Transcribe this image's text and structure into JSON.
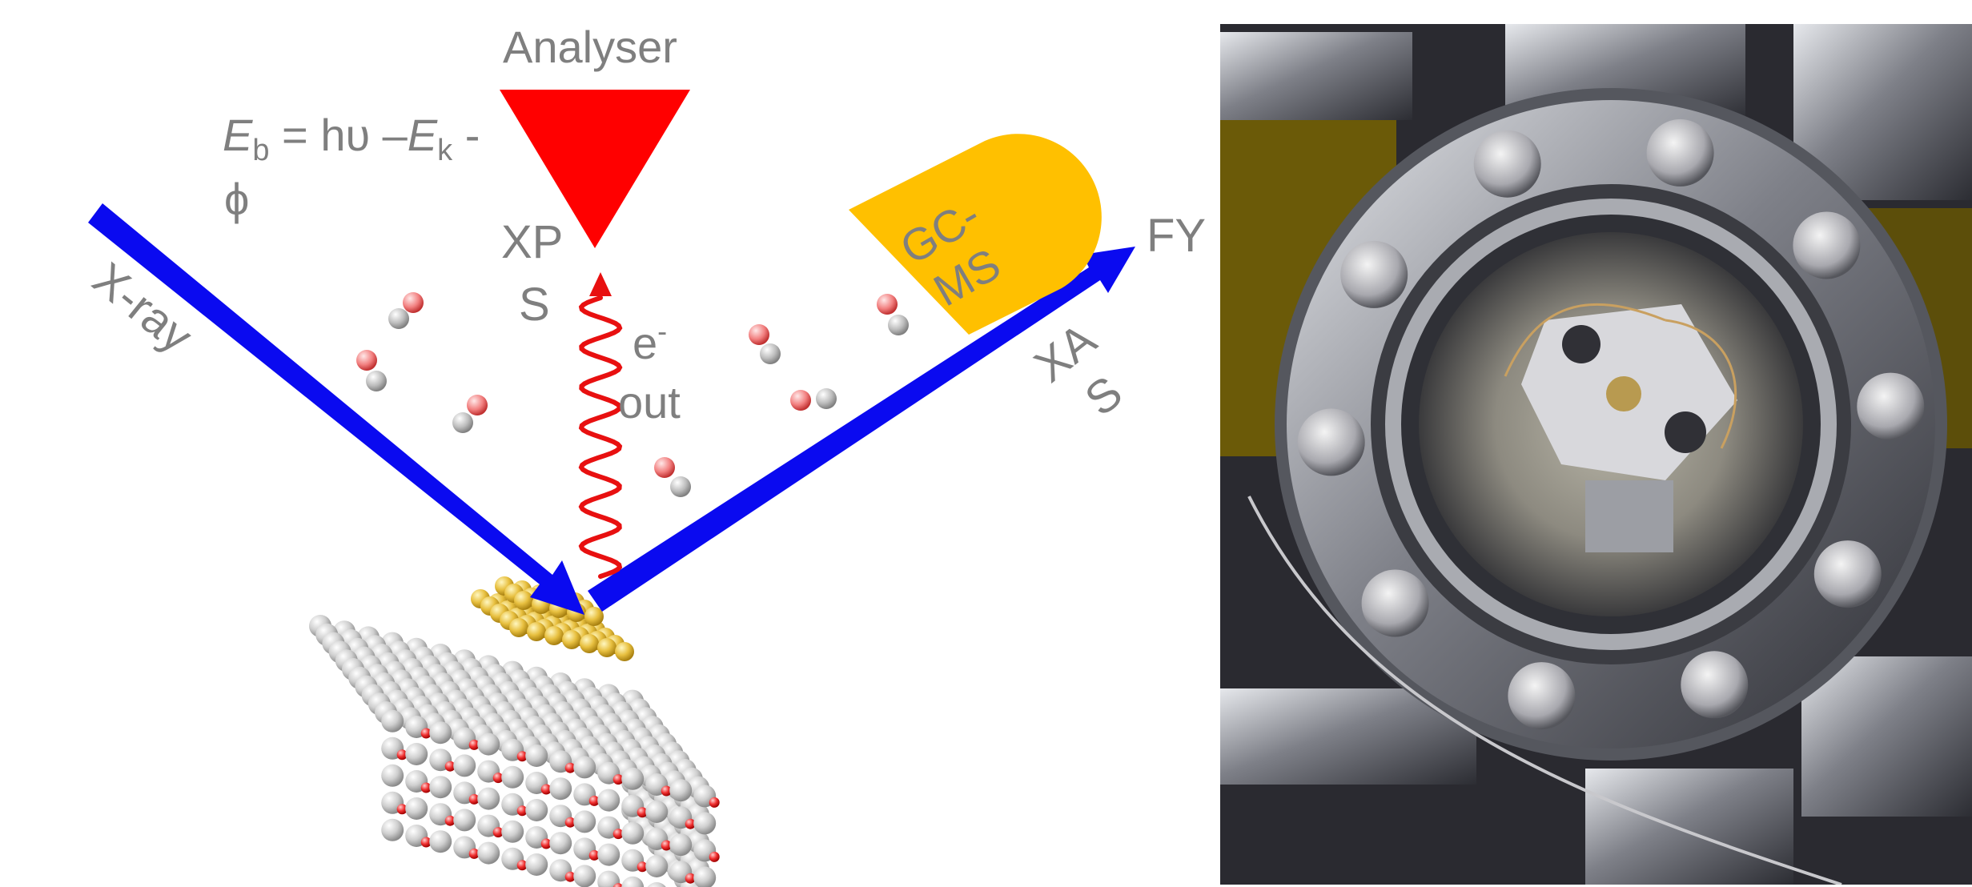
{
  "diagram": {
    "analyser_label": "Analyser",
    "equation": {
      "e_symbol": "E",
      "b_sub": "b",
      "middle": " = hυ –",
      "k_sub": "k",
      "tail": " -",
      "phi": "ϕ"
    },
    "xps_label": {
      "line1": "XP",
      "line2": "S"
    },
    "xray_label": "X-ray",
    "electron_label": {
      "line1": "e",
      "sup": "-",
      "line2": "out"
    },
    "gcms_label": {
      "line1": "GC-",
      "line2": "MS"
    },
    "fy_label": "FY",
    "xas_label": {
      "line1": "XA",
      "line2": "S"
    }
  },
  "colors": {
    "beam": "#0a0af0",
    "analyser": "#ff0000",
    "gcms": "#ffc000",
    "electron_wave": "#e81010",
    "label_gray": "#7f7f7f",
    "substrate_atom": "#c8c8c8",
    "oxygen_atom": "#e02020",
    "gold_atom": "#e8c040"
  },
  "photo": {
    "subject": "ultra-high-vacuum chamber viewport with sample holder"
  }
}
